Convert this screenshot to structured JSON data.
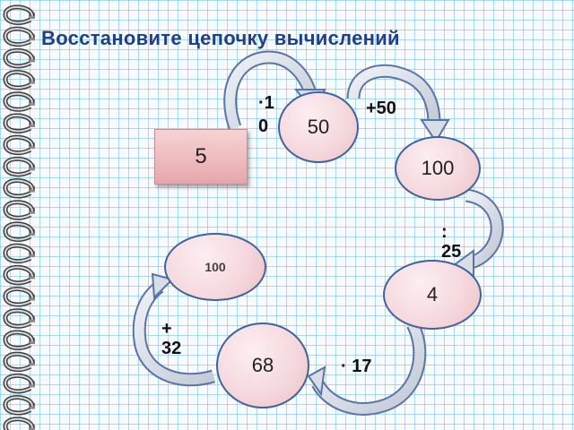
{
  "title": "Восстановите цепочку вычислений",
  "start_value": "5",
  "circles": {
    "c50": "50",
    "c100_top": "100",
    "c4": "4",
    "c68": "68",
    "c100_left": "100"
  },
  "operations": {
    "mul10_line1": "·1",
    "mul10_line2": "0",
    "plus50": "+50",
    "div25_line1": ":",
    "div25_line2": "25",
    "mul17": "· 17",
    "plus32_line1": "+",
    "plus32_line2": "32"
  },
  "colors": {
    "title": "#1f3f86",
    "circle_border": "#40639a",
    "circle_fill": "#f5d9de",
    "arrow_fill": "#d8dde6",
    "arrow_outline": "#5a74a8",
    "grid": "#6ebedc"
  }
}
